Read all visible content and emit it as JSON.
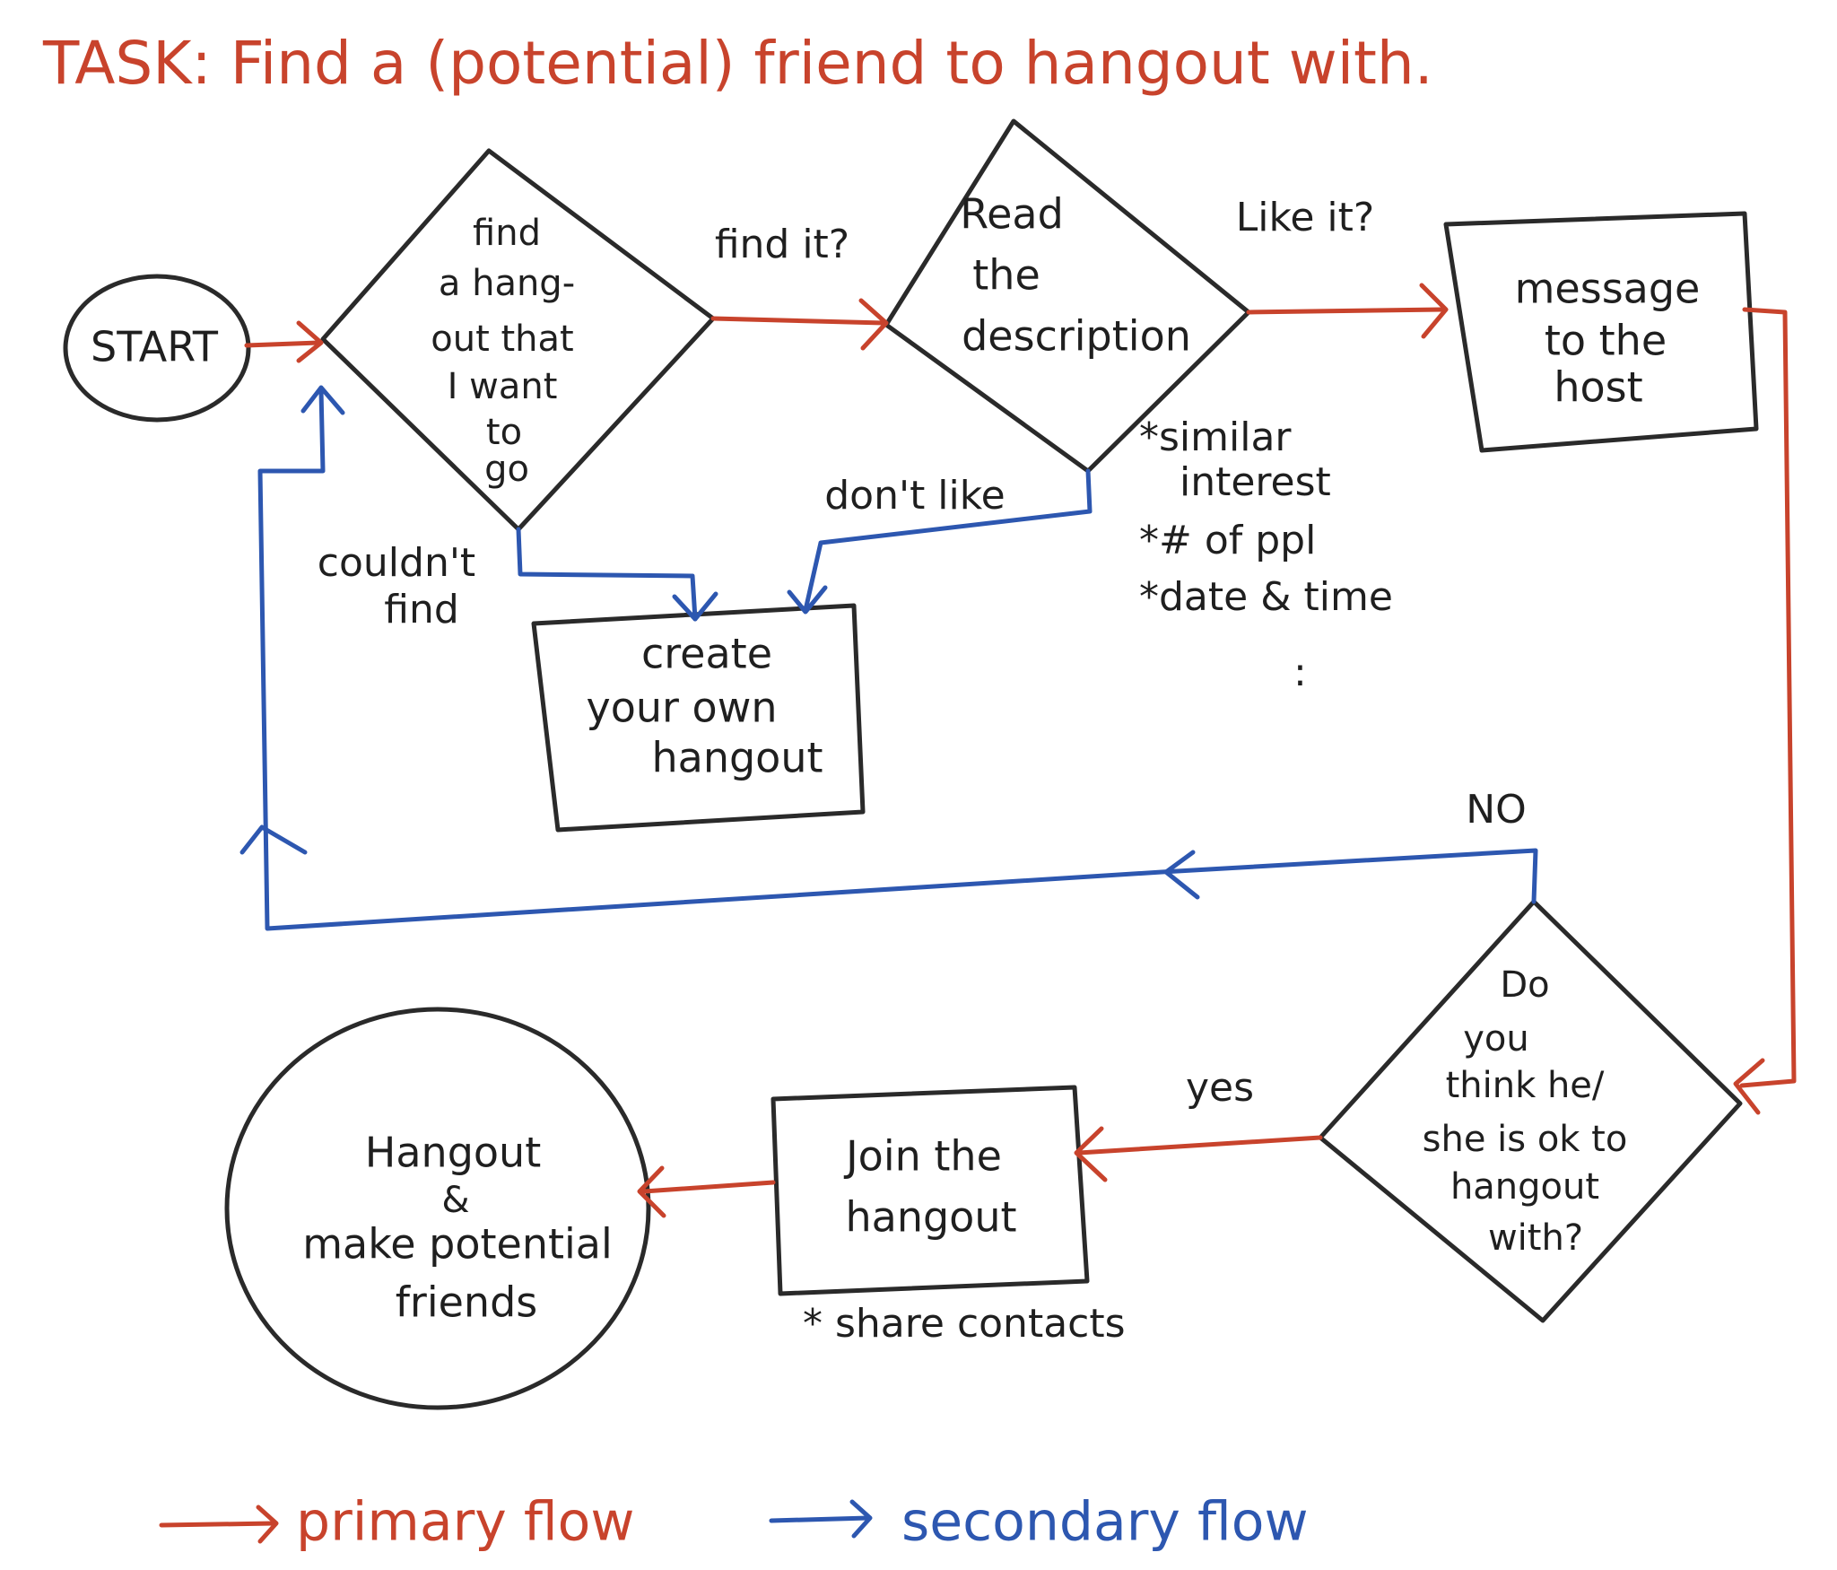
{
  "title": "TASK: Find a (potential) friend to hangout with.",
  "nodes": {
    "start": "START",
    "find_hangout": [
      "find",
      "a hang-",
      "out that",
      "I want",
      "to",
      "go"
    ],
    "read_description": [
      "Read",
      "the",
      "description"
    ],
    "message_host": [
      "message",
      "to the",
      "host"
    ],
    "create_hangout": [
      "create",
      "your own",
      "hangout"
    ],
    "decision_ok": [
      "Do",
      "you",
      "think he/",
      "she is ok to",
      "hangout",
      "with?"
    ],
    "join_hangout": [
      "Join the",
      "hangout"
    ],
    "end": [
      "Hangout",
      "&",
      "make potential",
      "friends"
    ]
  },
  "edge_labels": {
    "find_it": "find it?",
    "like_it": "Like it?",
    "dont_like": "don't like",
    "couldnt_find": [
      "couldn't",
      "find"
    ],
    "no": "NO",
    "yes": "yes"
  },
  "notes": {
    "criteria": [
      "*similar",
      "interest",
      "*# of ppl",
      "*date & time",
      ":"
    ],
    "share_contacts": "* share contacts"
  },
  "legend": {
    "primary": "primary flow",
    "secondary": "secondary flow"
  },
  "colors": {
    "primary": "#c8432c",
    "secondary": "#2d57b0",
    "ink": "#2a2a2a"
  }
}
